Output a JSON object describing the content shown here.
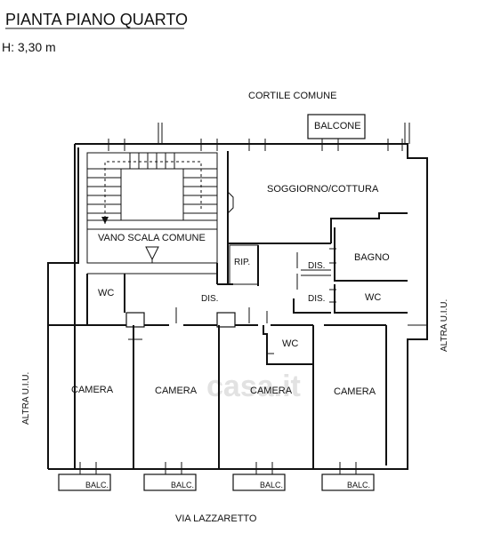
{
  "header": {
    "title": "PIANTA PIANO QUARTO",
    "height_label": "H: 3,30 m"
  },
  "surroundings": {
    "top": "CORTILE COMUNE",
    "bottom": "VIA LAZZARETTO",
    "left": "ALTRA U.I.U.",
    "right": "ALTRA U.I.U."
  },
  "rooms": {
    "balcone": "BALCONE",
    "soggiorno": "SOGGIORNO/COTTURA",
    "scala": "VANO SCALA COMUNE",
    "rip": "RIP.",
    "dis_1": "DIS.",
    "dis_2": "DIS.",
    "dis_3": "DIS.",
    "bagno": "BAGNO",
    "wc_left": "WC",
    "wc_right": "WC",
    "wc_center": "WC",
    "camera_1": "CAMERA",
    "camera_2": "CAMERA",
    "camera_3": "CAMERA",
    "camera_4": "CAMERA"
  },
  "balconies": [
    "BALC.",
    "BALC.",
    "BALC.",
    "BALC."
  ],
  "watermark": "casa.it"
}
